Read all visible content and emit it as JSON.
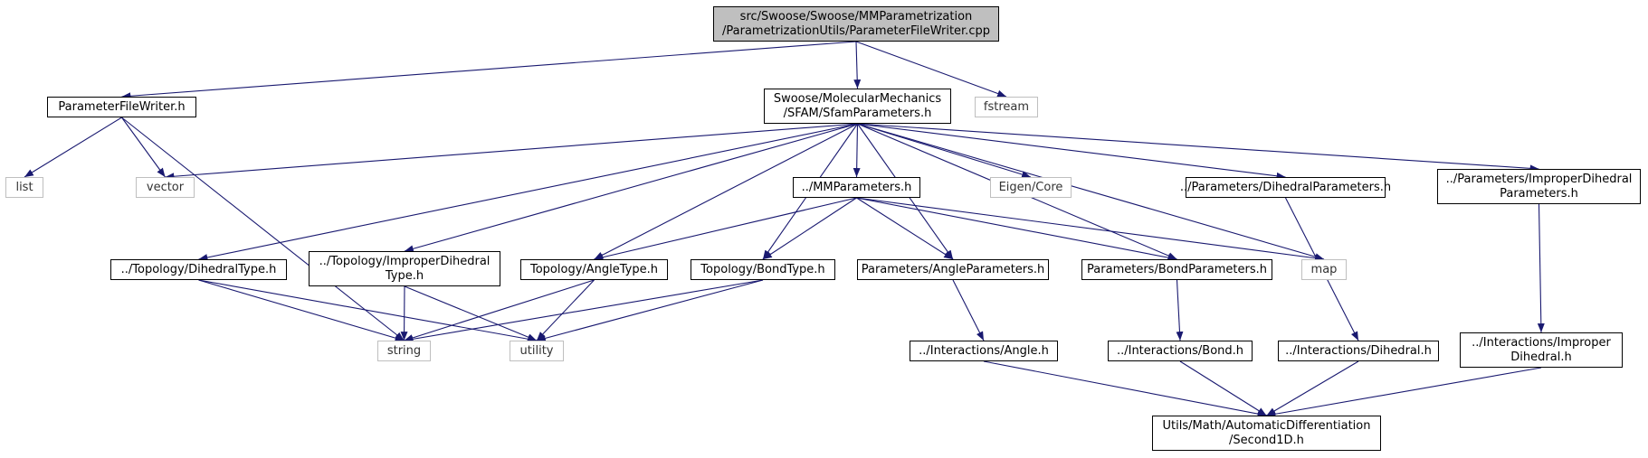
{
  "colors": {
    "edge": "#191970",
    "system_border": "#bfbfbf",
    "root_fill": "#bfbfbf"
  },
  "nodes": {
    "root": "src/Swoose/Swoose/MMParametrization\n/ParametrizationUtils/ParameterFileWriter.cpp",
    "parameterfilewriter_h": "ParameterFileWriter.h",
    "sfamparameters_h": "Swoose/MolecularMechanics\n/SFAM/SfamParameters.h",
    "fstream": "fstream",
    "list": "list",
    "vector": "vector",
    "mmparameters_h": "../MMParameters.h",
    "eigen_core": "Eigen/Core",
    "dihedralparameters_h": "../Parameters/DihedralParameters.h",
    "improperdihedralparameters_h": "../Parameters/ImproperDihedral\nParameters.h",
    "dihedraltype_h": "../Topology/DihedralType.h",
    "improperdihedraltype_h": "../Topology/ImproperDihedral\nType.h",
    "angletype_h": "Topology/AngleType.h",
    "bondtype_h": "Topology/BondType.h",
    "angleparameters_h": "Parameters/AngleParameters.h",
    "bondparameters_h": "Parameters/BondParameters.h",
    "map": "map",
    "string": "string",
    "utility": "utility",
    "interactions_angle_h": "../Interactions/Angle.h",
    "interactions_bond_h": "../Interactions/Bond.h",
    "interactions_dihedral_h": "../Interactions/Dihedral.h",
    "interactions_improperdihedral_h": "../Interactions/Improper\nDihedral.h",
    "second1d_h": "Utils/Math/AutomaticDifferentiation\n/Second1D.h"
  },
  "edges": [
    [
      "root",
      "parameterfilewriter_h"
    ],
    [
      "root",
      "sfamparameters_h"
    ],
    [
      "root",
      "fstream"
    ],
    [
      "parameterfilewriter_h",
      "list"
    ],
    [
      "parameterfilewriter_h",
      "vector"
    ],
    [
      "parameterfilewriter_h",
      "string"
    ],
    [
      "sfamparameters_h",
      "vector"
    ],
    [
      "sfamparameters_h",
      "mmparameters_h"
    ],
    [
      "sfamparameters_h",
      "eigen_core"
    ],
    [
      "sfamparameters_h",
      "dihedralparameters_h"
    ],
    [
      "sfamparameters_h",
      "improperdihedralparameters_h"
    ],
    [
      "sfamparameters_h",
      "dihedraltype_h"
    ],
    [
      "sfamparameters_h",
      "improperdihedraltype_h"
    ],
    [
      "sfamparameters_h",
      "angletype_h"
    ],
    [
      "sfamparameters_h",
      "bondtype_h"
    ],
    [
      "sfamparameters_h",
      "angleparameters_h"
    ],
    [
      "sfamparameters_h",
      "bondparameters_h"
    ],
    [
      "sfamparameters_h",
      "map"
    ],
    [
      "mmparameters_h",
      "angletype_h"
    ],
    [
      "mmparameters_h",
      "bondtype_h"
    ],
    [
      "mmparameters_h",
      "angleparameters_h"
    ],
    [
      "mmparameters_h",
      "bondparameters_h"
    ],
    [
      "mmparameters_h",
      "map"
    ],
    [
      "dihedraltype_h",
      "string"
    ],
    [
      "dihedraltype_h",
      "utility"
    ],
    [
      "improperdihedraltype_h",
      "string"
    ],
    [
      "improperdihedraltype_h",
      "utility"
    ],
    [
      "angletype_h",
      "string"
    ],
    [
      "angletype_h",
      "utility"
    ],
    [
      "bondtype_h",
      "string"
    ],
    [
      "bondtype_h",
      "utility"
    ],
    [
      "angleparameters_h",
      "interactions_angle_h"
    ],
    [
      "bondparameters_h",
      "interactions_bond_h"
    ],
    [
      "dihedralparameters_h",
      "interactions_dihedral_h"
    ],
    [
      "improperdihedralparameters_h",
      "interactions_improperdihedral_h"
    ],
    [
      "interactions_angle_h",
      "second1d_h"
    ],
    [
      "interactions_bond_h",
      "second1d_h"
    ],
    [
      "interactions_dihedral_h",
      "second1d_h"
    ],
    [
      "interactions_improperdihedral_h",
      "second1d_h"
    ]
  ]
}
